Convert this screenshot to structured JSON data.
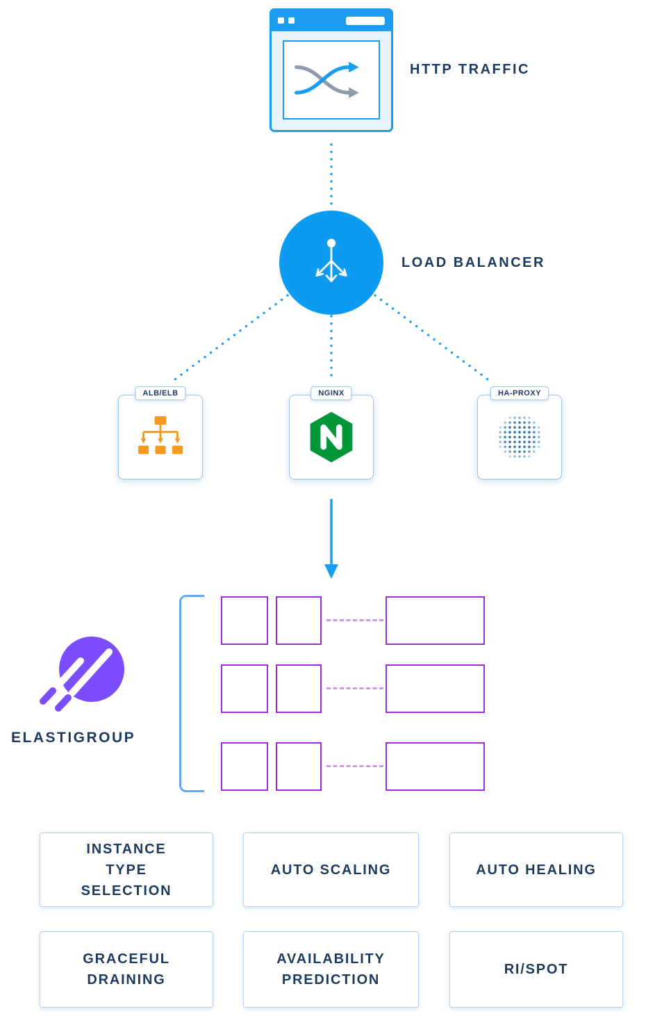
{
  "palette": {
    "primary_blue": "#1a9df0",
    "load_balancer_blue": "#0d9bf2",
    "navy_text": "#1c3a5e",
    "node_border_blue": "#9fc4ec",
    "cluster_purple": "#9b2fd6",
    "cluster_dash_purple": "#cf96ea",
    "bracket_blue": "#62a8ea",
    "elastigroup_violet": "#7c4dff",
    "nginx_green": "#009639",
    "alb_orange": "#f5991f",
    "haproxy_dot_blue": "#2573b5",
    "arrow_gray": "#8e9bab"
  },
  "icons": {
    "http_traffic": "browser-shuffle-icon",
    "load_balancer": "branch-arrows-icon",
    "alb": "alb-tree-icon",
    "nginx": "nginx-hexagon-icon",
    "haproxy": "haproxy-dotted-globe-icon",
    "elastigroup": "elastigroup-comet-icon"
  },
  "flow": {
    "http_traffic_label": "HTTP TRAFFIC",
    "load_balancer_label": "LOAD BALANCER"
  },
  "balancers": [
    {
      "label": "ALB/ELB"
    },
    {
      "label": "NGINX"
    },
    {
      "label": "HA-PROXY"
    }
  ],
  "elastigroup": {
    "label": "ELASTIGROUP"
  },
  "features": [
    {
      "label": "INSTANCE\nTYPE\nSELECTION"
    },
    {
      "label": "AUTO SCALING"
    },
    {
      "label": "AUTO HEALING"
    },
    {
      "label": "GRACEFUL\nDRAINING"
    },
    {
      "label": "AVAILABILITY\nPREDICTION"
    },
    {
      "label": "RI/SPOT"
    }
  ]
}
